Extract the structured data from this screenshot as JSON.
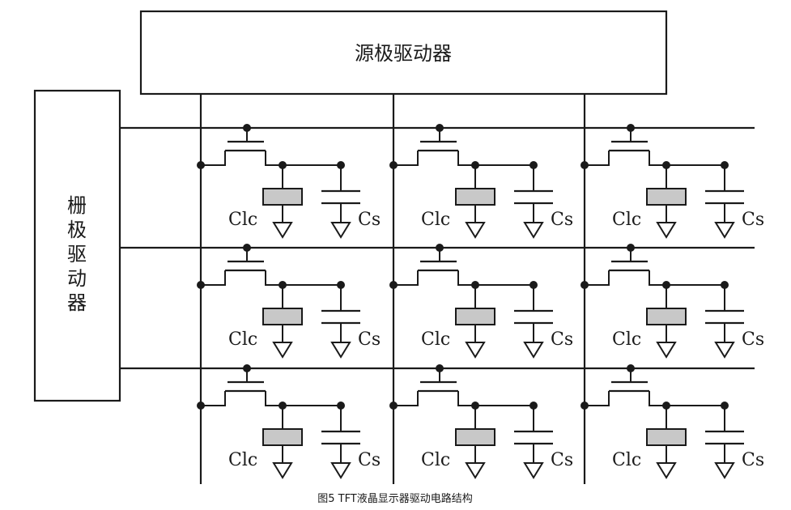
{
  "source_driver": {
    "label": "源极驱动器"
  },
  "gate_driver": {
    "label": [
      "栅",
      "极",
      "驱",
      "动",
      "器"
    ]
  },
  "cell": {
    "lc_label": "Clc",
    "storage_label": "Cs"
  },
  "grid": {
    "rows": 3,
    "columns": 3
  },
  "caption": "图5  TFT液晶显示器驱动电路结构"
}
